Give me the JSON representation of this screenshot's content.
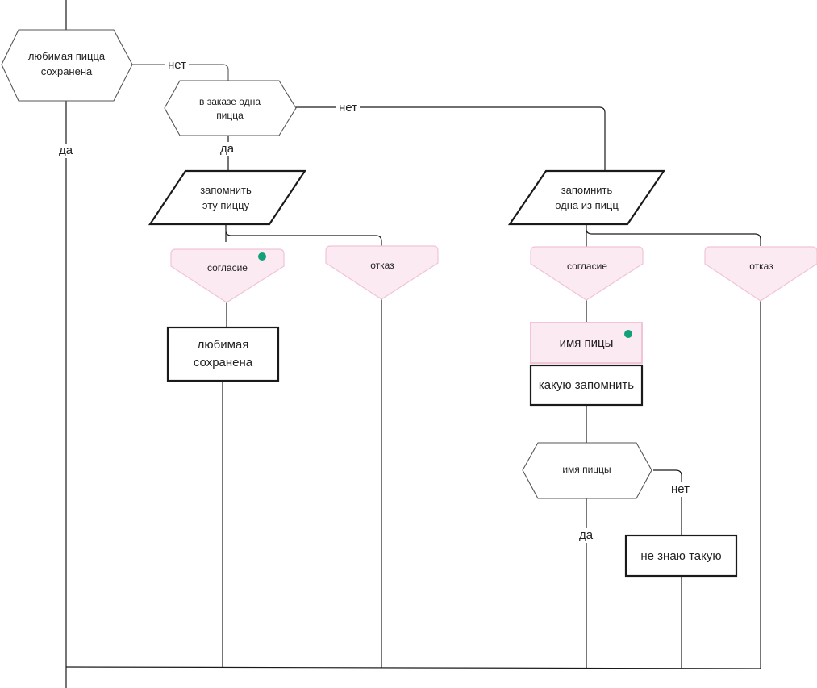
{
  "diagram": {
    "decisions": {
      "favorite_saved": "любимая пицца\nсохранена",
      "one_pizza": "в заказе одна\nпицца",
      "pizza_name": "имя пиццы"
    },
    "actions": {
      "remember_this": "запомнить\n эту пиццу",
      "remember_one": "запомнить\nодна из пицц"
    },
    "responses": {
      "agree_left": "согласие",
      "refuse_left": "отказ",
      "agree_right": "согласие",
      "refuse_right": "отказ"
    },
    "messages": {
      "favorite_saved_msg": "любимая\nсохранена",
      "pizza_name_prompt": "имя пицы",
      "which_to_remember": "какую запомнить",
      "unknown_pizza": "не знаю такую"
    },
    "edge_labels": {
      "no_1": "нет",
      "yes_1": "да",
      "no_2": "нет",
      "yes_2": "да",
      "yes_3": "да",
      "no_3": "нет"
    },
    "colors": {
      "line": "#1a1a1a",
      "shape_border": "#555555",
      "response_fill": "#fbeaf2",
      "response_border": "#f1c4d8",
      "marker": "#12a07a"
    }
  }
}
